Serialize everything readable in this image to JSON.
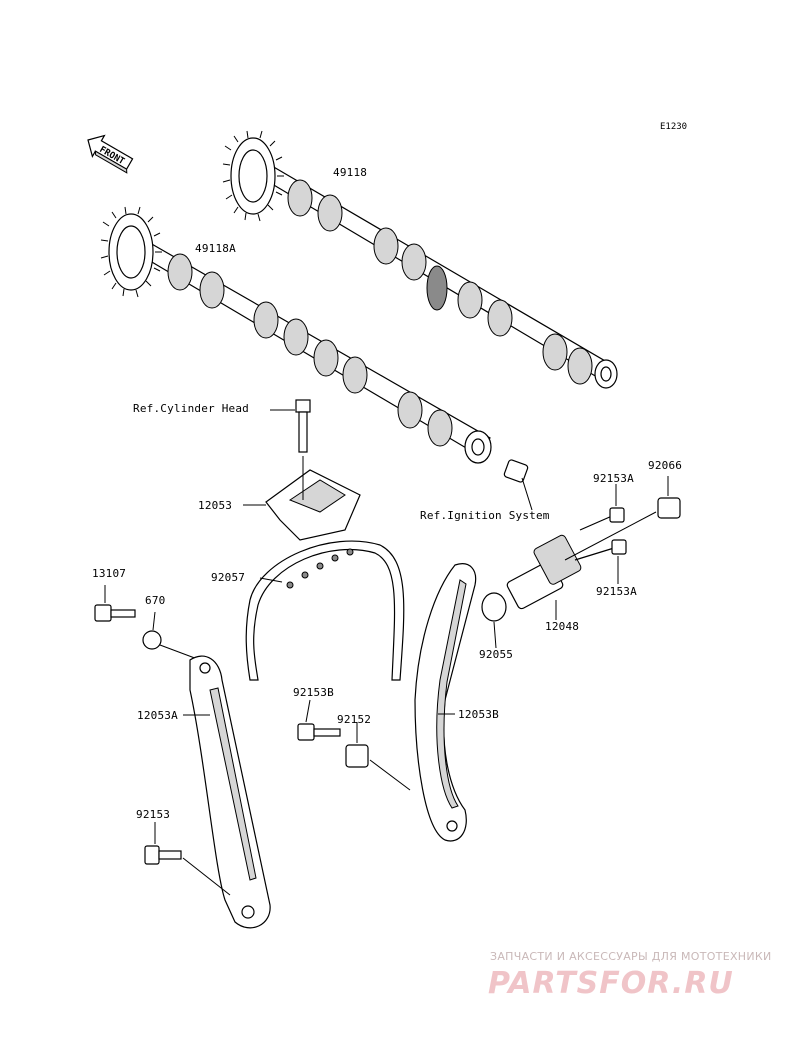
{
  "diagram_code": "E1230",
  "front_badge": "FRONT",
  "labels": {
    "p49118": "49118",
    "p49118a": "49118A",
    "ref_cylinder_head": "Ref.Cylinder Head",
    "p12053": "12053",
    "ref_ignition_system": "Ref.Ignition System",
    "p92153a_top": "92153A",
    "p92066": "92066",
    "p92153a_bottom": "92153A",
    "p12048": "12048",
    "p92055": "92055",
    "p92057": "92057",
    "p13107": "13107",
    "p670": "670",
    "p12053a": "12053A",
    "p92153b": "92153B",
    "p92152": "92152",
    "p12053b": "12053B",
    "p92153": "92153"
  },
  "watermark": {
    "line1": "ЗАПЧАСТИ И АКСЕССУАРЫ ДЛЯ МОТОТЕХНИКИ",
    "line2": "PARTSFOR.RU"
  },
  "colors": {
    "line": "#000000",
    "shade": "#d6d6d6",
    "watermark_text": "#f0c4c8"
  }
}
